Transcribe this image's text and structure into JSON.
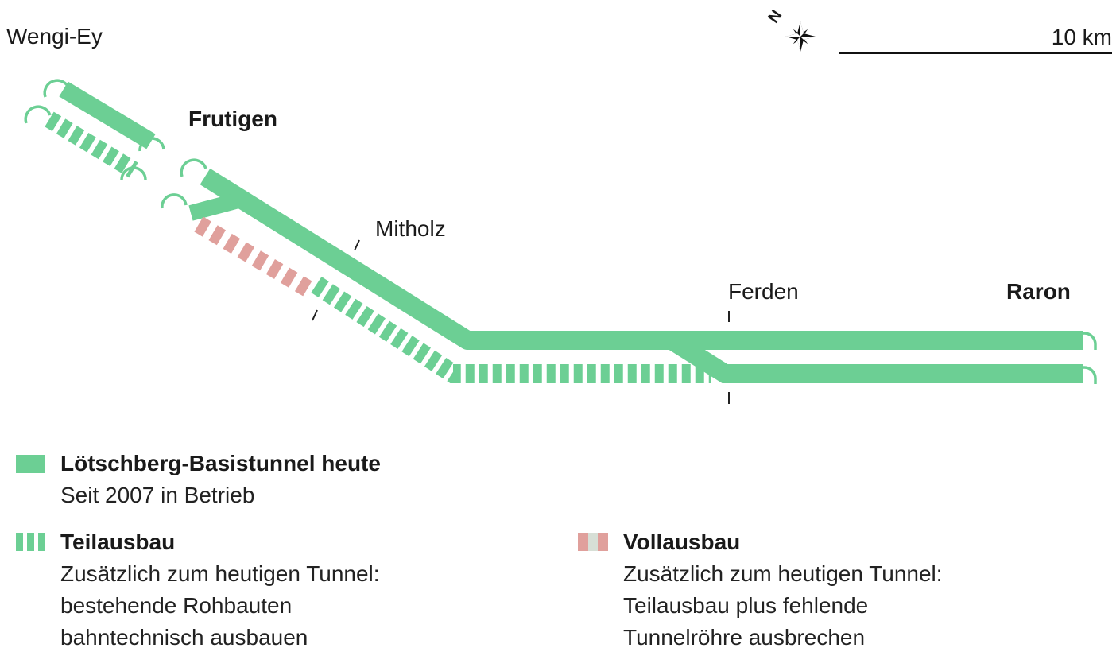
{
  "colors": {
    "existing": "#6ccf94",
    "vollausbau": "#e0a09c",
    "divider": "#d7dfd6"
  },
  "map": {
    "places": {
      "wengi_ey": "Wengi-Ey",
      "frutigen": "Frutigen",
      "mitholz": "Mitholz",
      "ferden": "Ferden",
      "raron": "Raron"
    },
    "compass": {
      "north_label": "N",
      "icon": "compass-rose-icon"
    },
    "scale": {
      "label": "10 km"
    }
  },
  "legend": {
    "existing": {
      "title": "Lötschberg-Basistunnel heute",
      "lines": [
        "Seit 2007 in Betrieb"
      ]
    },
    "teilausbau": {
      "title": "Teilausbau",
      "lines": [
        "Zusätzlich zum heutigen Tunnel:",
        "bestehende Rohbauten",
        "bahntechnisch ausbauen"
      ]
    },
    "vollausbau": {
      "title": "Vollausbau",
      "lines": [
        "Zusätzlich zum heutigen Tunnel:",
        "Teilausbau plus fehlende",
        "Tunnelröhre ausbrechen"
      ]
    }
  }
}
